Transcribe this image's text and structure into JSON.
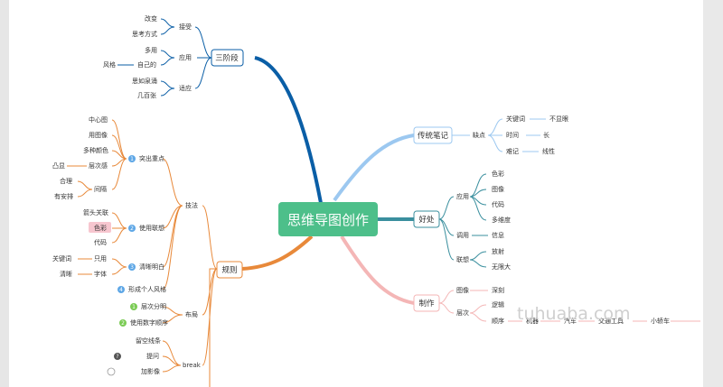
{
  "center": "思维导图创作",
  "branches": {
    "stages": "三阶段",
    "traditional": "传统笔记",
    "benefits": "好处",
    "rules": "规则",
    "making": "制作"
  },
  "stages": {
    "accept": "接受",
    "change": "改变",
    "thinking": "思考方式",
    "apply": "应用",
    "use_more": "多用",
    "own": "自己的",
    "style": "风格",
    "adapt": "适应",
    "think_clear": "思如泉涌",
    "few_hundred": "几百张"
  },
  "traditional": {
    "drawbacks": "缺点",
    "keyword": "关键词",
    "inconspicuous": "不显眼",
    "time": "时间",
    "long": "长",
    "memory": "难记",
    "linear": "线性"
  },
  "benefits": {
    "apply": "应用",
    "color": "色彩",
    "image": "图像",
    "code": "代码",
    "multi": "多维度",
    "call": "调用",
    "info": "信息",
    "assoc": "联想",
    "radiate": "放射",
    "infinite": "无限大"
  },
  "making": {
    "image": "图像",
    "deep": "深刻",
    "level": "层次",
    "logic": "逻辑",
    "order": "顺序",
    "transport": "机器",
    "car": "汽车",
    "vehicle": "交通工具",
    "toy_car": "小轿车"
  },
  "rules": {
    "technique": "技法",
    "highlight": "突出重点",
    "center_img": "中心图",
    "use_img": "用图像",
    "colors": "多种颜色",
    "hier": "层次感",
    "bump": "凸显",
    "spacing": "间隔",
    "proper": "合理",
    "arranged": "有安排",
    "assoc": "使用联想",
    "arrow": "箭头关联",
    "color": "色彩",
    "code": "代码",
    "clear": "清晰明白",
    "kw": "关键词",
    "only": "只用",
    "neat": "清晰",
    "font": "字体",
    "personal": "形成个人风格",
    "layout": "布局",
    "levels": "层次分明",
    "numbers": "使用数字顺序",
    "break": "break",
    "blank": "留空线条",
    "question": "提问",
    "add_img": "加影像",
    "rules_label": "规则"
  },
  "badges": {
    "b1": "1",
    "b2": "2",
    "b3": "3",
    "b4": "4",
    "g1": "1",
    "g2": "2"
  },
  "watermark": "tuhuaba.com",
  "colors": {
    "center": "#4dbf8a",
    "stages": "#0a5ea6",
    "traditional": "#9cc8f0",
    "benefits": "#3a8f9e",
    "rules": "#e8893a",
    "making": "#f4b6b6",
    "badge_blue": "#5ea7e6",
    "badge_green": "#7acb54"
  }
}
